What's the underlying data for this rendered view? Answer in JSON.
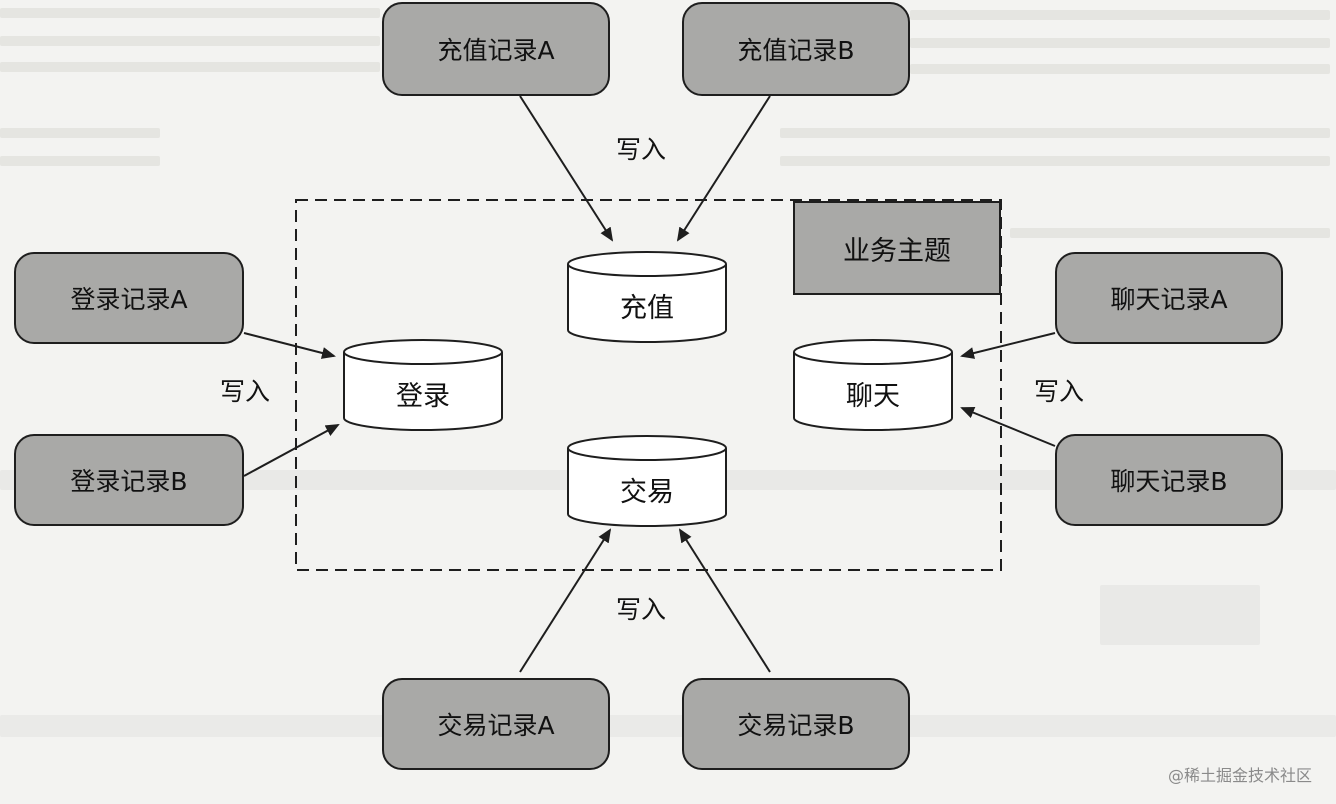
{
  "topic": {
    "label": "业务主题"
  },
  "stores": {
    "recharge": "充值",
    "login": "登录",
    "chat": "聊天",
    "trade": "交易"
  },
  "records": {
    "recharge_a": "充值记录A",
    "recharge_b": "充值记录B",
    "login_a": "登录记录A",
    "login_b": "登录记录B",
    "chat_a": "聊天记录A",
    "chat_b": "聊天记录B",
    "trade_a": "交易记录A",
    "trade_b": "交易记录B"
  },
  "edge_label": "写入",
  "watermark": "@稀土掘金技术社区",
  "colors": {
    "record_fill": "#a9a9a7",
    "stroke": "#1e1e1e",
    "background": "#f3f3f1"
  }
}
